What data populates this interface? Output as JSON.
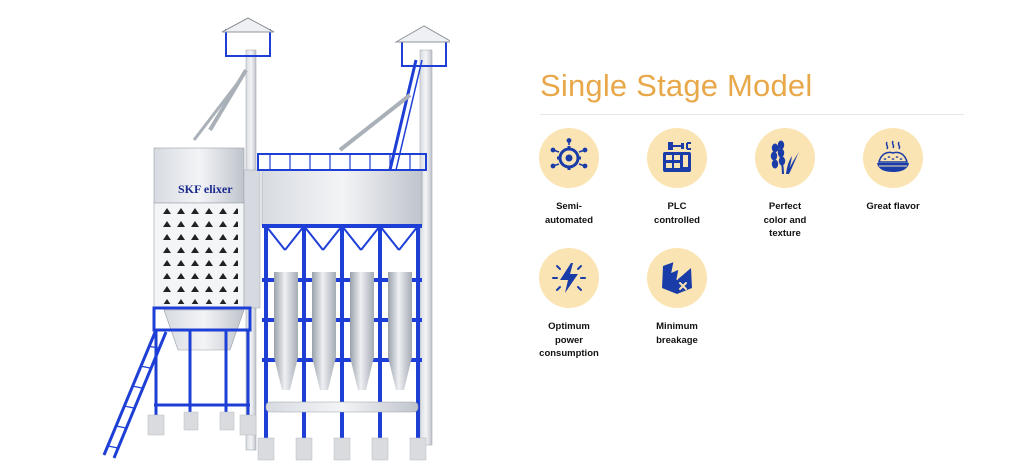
{
  "page": {
    "brand_text": "SKF elixer",
    "title": "Single Stage Model"
  },
  "colors": {
    "title": "#e8a84a",
    "icon_circle": "#fbe4b3",
    "icon_blue": "#1a3ca8",
    "frame_blue": "#1e3fd6",
    "steel": "#c9ced6"
  },
  "features": [
    {
      "id": "semi-automated",
      "icon": "gear-circuit-icon",
      "lines": [
        "Semi-",
        "automated"
      ]
    },
    {
      "id": "plc-controlled",
      "icon": "plc-panel-icon",
      "lines": [
        "PLC",
        "controlled"
      ]
    },
    {
      "id": "perfect-color",
      "icon": "grain-stalk-icon",
      "lines": [
        "Perfect",
        "color and",
        "texture"
      ]
    },
    {
      "id": "great-flavor",
      "icon": "rice-bowl-icon",
      "lines": [
        "Great flavor"
      ]
    },
    {
      "id": "power",
      "icon": "lightning-bolt-icon",
      "lines": [
        "Optimum",
        "power",
        "consumption"
      ]
    },
    {
      "id": "breakage",
      "icon": "broken-shield-icon",
      "lines": [
        "Minimum",
        "breakage"
      ]
    }
  ]
}
